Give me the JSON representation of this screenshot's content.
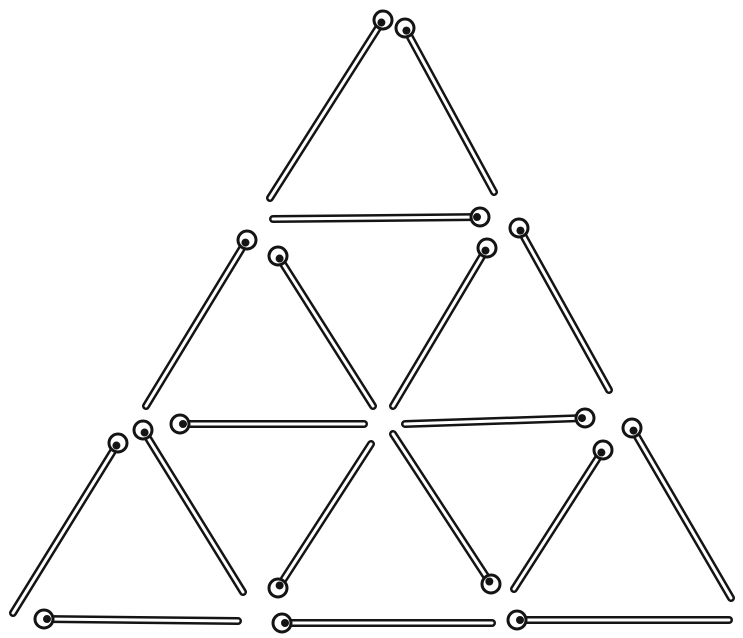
{
  "figure": {
    "description_kind": "matchstick-puzzle",
    "colors": {
      "ink": "#141414",
      "paper": "#ffffff"
    },
    "matchstick_count": 18,
    "small_triangle_count": 9
  }
}
